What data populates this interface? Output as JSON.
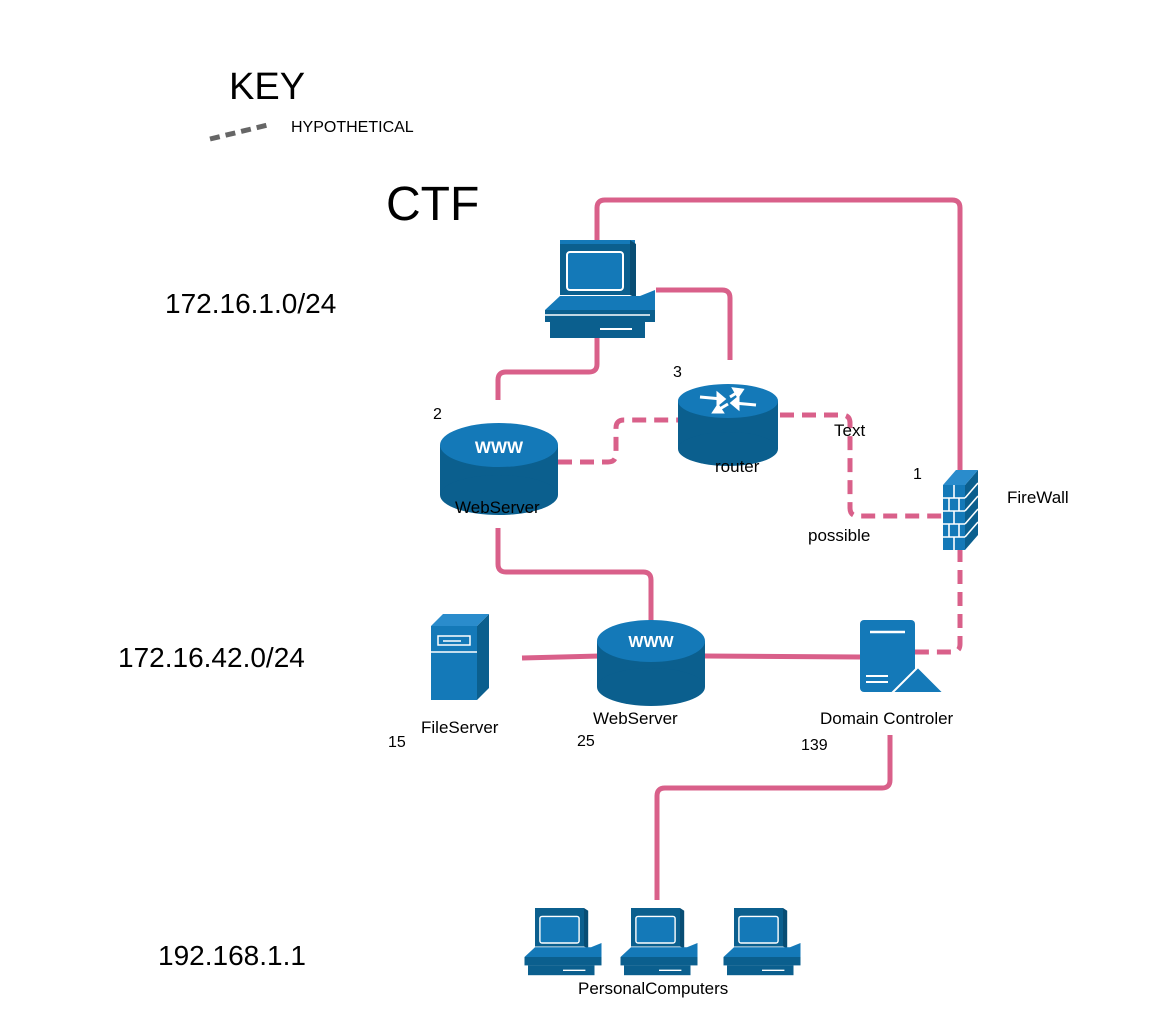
{
  "key": {
    "title": "KEY",
    "hypothetical_label": "HYPOTHETICAL"
  },
  "title": "CTF",
  "subnets": {
    "top": "172.16.1.0/24",
    "middle": "172.16.42.0/24",
    "bottom": "192.168.1.1"
  },
  "devices": {
    "webserver_top": {
      "label": "WebServer",
      "number": "2",
      "badge": "WWW",
      "icon": "webserver-icon"
    },
    "router": {
      "label": "router",
      "number": "3",
      "icon": "router-icon"
    },
    "firewall": {
      "label": "FireWall",
      "number": "1",
      "icon": "firewall-icon"
    },
    "fileserver": {
      "label": "FileServer",
      "number": "15",
      "icon": "fileserver-icon"
    },
    "webserver_mid": {
      "label": "WebServer",
      "number": "25",
      "badge": "WWW",
      "icon": "webserver-icon"
    },
    "domain_controller": {
      "label": "Domain Controler",
      "number": "139",
      "icon": "domain-controller-icon"
    },
    "workstation": {
      "icon": "workstation-icon"
    },
    "personal_computers": {
      "label": "PersonalComputers",
      "icon": "pc-icon"
    }
  },
  "annotations": {
    "text": "Text",
    "possible": "possible"
  },
  "colors": {
    "link": "#d9608a",
    "hypothetical_key": "#666666",
    "device_dark": "#0b5f8e",
    "device_mid": "#1479b8",
    "device_light": "#ffffff"
  }
}
